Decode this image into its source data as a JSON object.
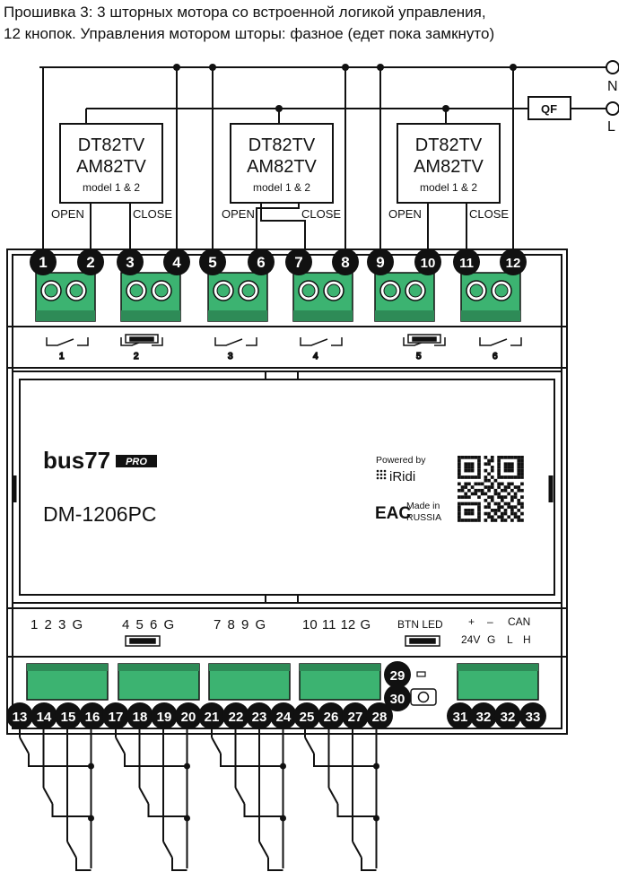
{
  "title_line1": "Прошивка 3: 3 шторных мотора со встроенной логикой управления,",
  "title_line2": "12 кнопок. Управления мотором шторы: фазное (едет пока замкнуто)",
  "lines": {
    "n": "N",
    "l": "L",
    "qf": "QF"
  },
  "motors": [
    {
      "name1": "DT82TV",
      "name2": "AM82TV",
      "model": "model 1 & 2",
      "open": "OPEN",
      "close": "CLOSE"
    },
    {
      "name1": "DT82TV",
      "name2": "AM82TV",
      "model": "model 1 & 2",
      "open": "OPEN",
      "close": "CLOSE"
    },
    {
      "name1": "DT82TV",
      "name2": "AM82TV",
      "model": "model 1 & 2",
      "open": "OPEN",
      "close": "CLOSE"
    }
  ],
  "top_terminals": [
    "1",
    "2",
    "3",
    "4",
    "5",
    "6",
    "7",
    "8",
    "9",
    "10",
    "11",
    "12"
  ],
  "relays": [
    "1",
    "2",
    "3",
    "4",
    "5",
    "6"
  ],
  "device": {
    "brand": "bus77",
    "brand_tag": "PRO",
    "model": "DM-1206PC",
    "powered_by": "Powered by",
    "iridi": "iRidi",
    "eac": "EAC",
    "made_in_1": "Made in",
    "made_in_2": "RUSSIA"
  },
  "bottom_labels": {
    "g1": "1 2 3 G",
    "g2": "4 5 6 G",
    "g3": "7 8 9 G",
    "g4": "10 11 12 G",
    "btn_led": "BTN LED",
    "plus": "+",
    "minus": "–",
    "can": "CAN",
    "v24": "24V",
    "g": "G",
    "l": "L",
    "h": "H"
  },
  "bottom_terminals": [
    "13",
    "14",
    "15",
    "16",
    "17",
    "18",
    "19",
    "20",
    "21",
    "22",
    "23",
    "24",
    "25",
    "26",
    "27",
    "28",
    "29",
    "30",
    "31",
    "32",
    "32",
    "33"
  ]
}
